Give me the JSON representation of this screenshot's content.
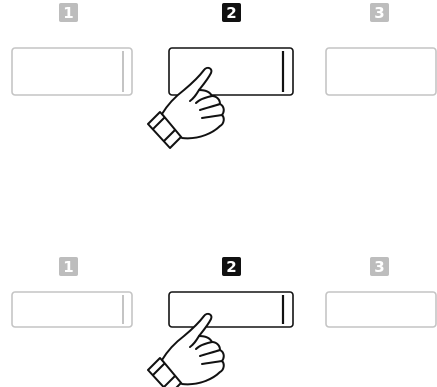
{
  "rows": [
    {
      "keys": [
        {
          "label": "1",
          "state": "inactive"
        },
        {
          "label": "2",
          "state": "active"
        },
        {
          "label": "3",
          "state": "inactive"
        }
      ],
      "pressed_index": 1
    },
    {
      "keys": [
        {
          "label": "1",
          "state": "inactive"
        },
        {
          "label": "2",
          "state": "active"
        },
        {
          "label": "3",
          "state": "inactive"
        }
      ],
      "pressed_index": 1
    }
  ],
  "colors": {
    "active_badge": "#111111",
    "inactive_badge": "#bdbdbd",
    "active_key_border": "#111111",
    "inactive_key_border": "#c4c4c4",
    "badge_text": "#ffffff"
  },
  "icons": {
    "pointer": "pointing-hand-icon"
  }
}
